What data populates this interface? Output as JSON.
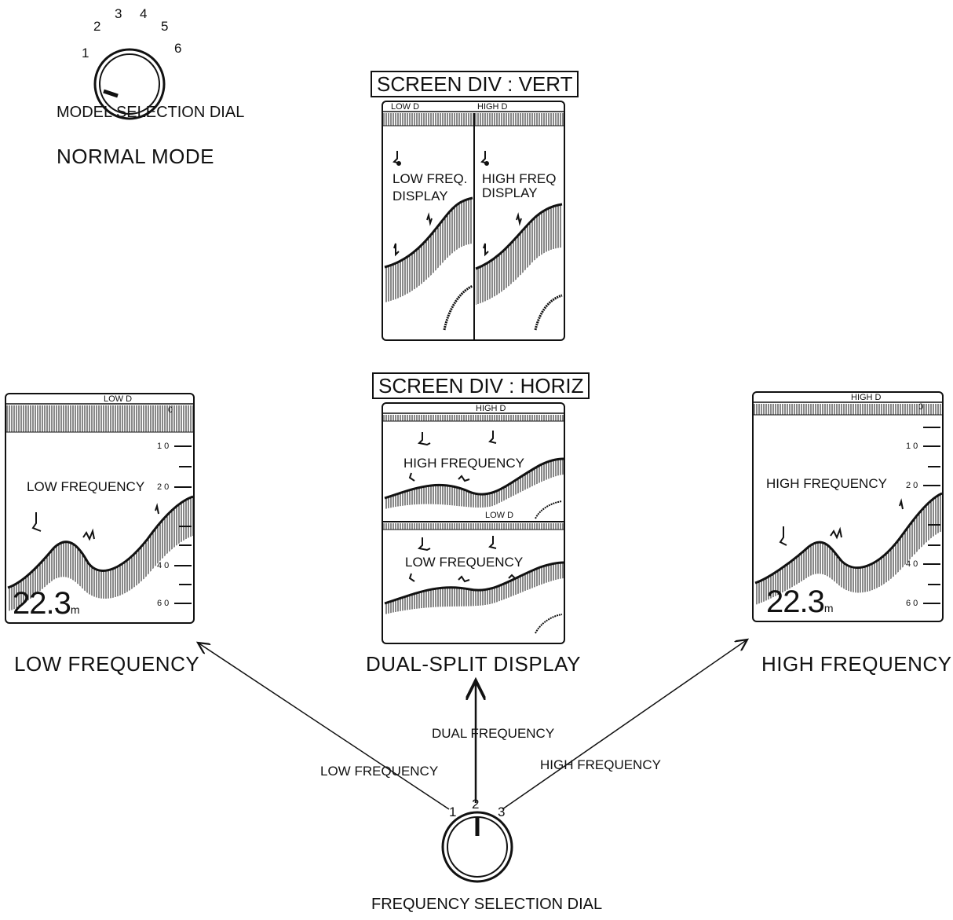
{
  "model_dial": {
    "numbers": [
      "1",
      "2",
      "3",
      "4",
      "5",
      "6"
    ],
    "label": "MODEL SELECTION DIAL",
    "mode": "NORMAL MODE"
  },
  "vert_split": {
    "title": "SCREEN DIV : VERT",
    "header_left": "LOW  D",
    "header_right": "HIGH  D",
    "left_label_1": "LOW FREQ.",
    "left_label_2": "DISPLAY",
    "right_label_1": "HIGH FREQ",
    "right_label_2": "DISPLAY"
  },
  "horiz_split": {
    "title": "SCREEN DIV : HORIZ",
    "header_top": "HIGH  D",
    "header_bottom": "LOW  D",
    "top_label": "HIGH FREQUENCY",
    "bottom_label": "LOW FREQUENCY",
    "caption": "DUAL-SPLIT DISPLAY"
  },
  "low_screen": {
    "header": "LOW  D",
    "inner_label": "LOW FREQUENCY",
    "depth": "22.3",
    "unit": "m",
    "scale": [
      "0",
      "1 0",
      "2 0",
      "4 0",
      "6 0"
    ],
    "caption": "LOW FREQUENCY"
  },
  "high_screen": {
    "header": "HIGH  D",
    "inner_label": "HIGH FREQUENCY",
    "depth": "22.3",
    "unit": "m",
    "scale": [
      "0",
      "1 0",
      "2 0",
      "4 0",
      "6 0"
    ],
    "caption": "HIGH FREQUENCY"
  },
  "freq_dial": {
    "numbers": [
      "1",
      "2",
      "3"
    ],
    "label": "FREQUENCY SELECTION DIAL",
    "arrow_low": "LOW FREQUENCY",
    "arrow_dual": "DUAL FREQUENCY",
    "arrow_high": "HIGH FREQUENCY"
  }
}
